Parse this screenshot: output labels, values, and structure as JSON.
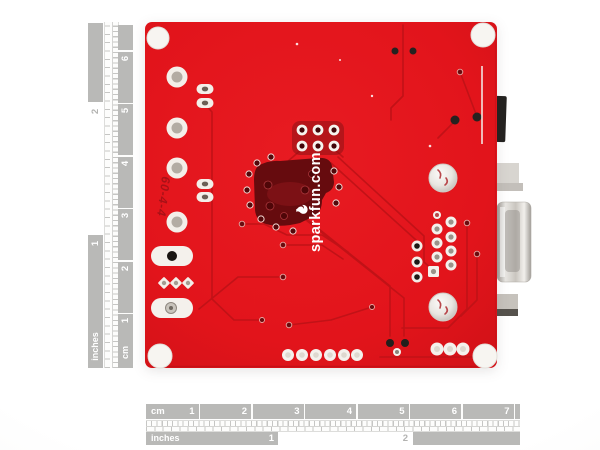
{
  "photo": {
    "subject": "red printed circuit board, back side, with photo scale rulers",
    "board": {
      "brand_text": "sparkfun.com",
      "handwritten_marking": "60-4-4"
    },
    "colors": {
      "board_red": "#e3161d",
      "trace_red": "#bf1217",
      "copper_dark": "#660b0e",
      "pad_white": "#f4f1ec",
      "ruler_gray": "#b9b9b7",
      "connector_silver": "#d9d6d1",
      "background": "#ffffff"
    }
  },
  "rulers": {
    "bottom": {
      "cm_label": "cm",
      "inches_label": "inches",
      "cm_numbers": [
        "1",
        "2",
        "3",
        "4",
        "5",
        "6",
        "7"
      ],
      "inch_numbers": [
        "1",
        "2"
      ]
    },
    "left": {
      "cm_label": "cm",
      "inches_label": "inches",
      "cm_numbers": [
        "1",
        "2",
        "3",
        "4",
        "5",
        "6"
      ],
      "inch_numbers": [
        "1",
        "2"
      ]
    }
  }
}
